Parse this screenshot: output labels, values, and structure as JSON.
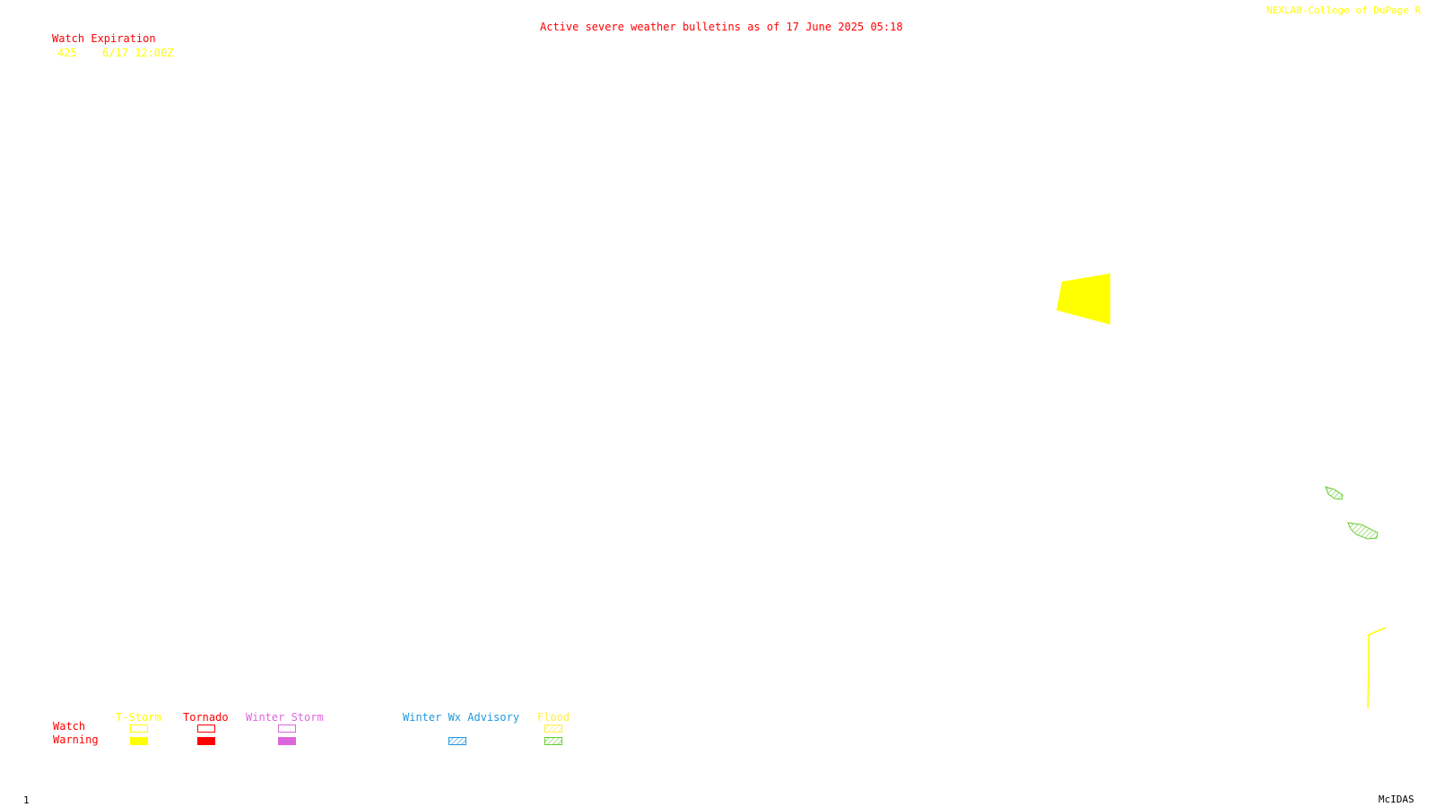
{
  "header": {
    "credit": "NEXLAB-College of DuPage R",
    "title": "Active severe weather bulletins as of 17 June 2025 05:18"
  },
  "watch_expiration": {
    "heading": "Watch Expiration",
    "entries": [
      {
        "number": "425",
        "expires": "6/17 12:00Z"
      }
    ]
  },
  "legend": {
    "row_watch": "Watch",
    "row_warning": "Warning",
    "columns": [
      {
        "label": "T-Storm",
        "color": "#ffff00",
        "watch_style": "outline",
        "warning_style": "solid"
      },
      {
        "label": "Tornado",
        "color": "#ff0000",
        "watch_style": "outline",
        "warning_style": "solid"
      },
      {
        "label": "Winter Storm",
        "color": "#dd66dd",
        "watch_style": "outline",
        "warning_style": "solid"
      },
      {
        "label": "Winter Wx Advisory",
        "color": "#2299dd",
        "warning_style": "hatched"
      },
      {
        "label": "Flood",
        "color": "#ffee44",
        "warning_color": "#66cc33",
        "watch_style": "hatched",
        "warning_style": "hatched"
      }
    ]
  },
  "map_features": [
    {
      "kind": "thunderstorm watch area",
      "fill": "solid",
      "color": "#ffff00"
    },
    {
      "kind": "flood warning area",
      "fill": "hatched",
      "color": "#66cc33"
    },
    {
      "kind": "flood warning area",
      "fill": "hatched",
      "color": "#66cc33"
    },
    {
      "kind": "boundary line",
      "fill": "none",
      "color": "#ffff00"
    }
  ],
  "footer": {
    "frame_number": "1",
    "software": "McIDAS"
  }
}
